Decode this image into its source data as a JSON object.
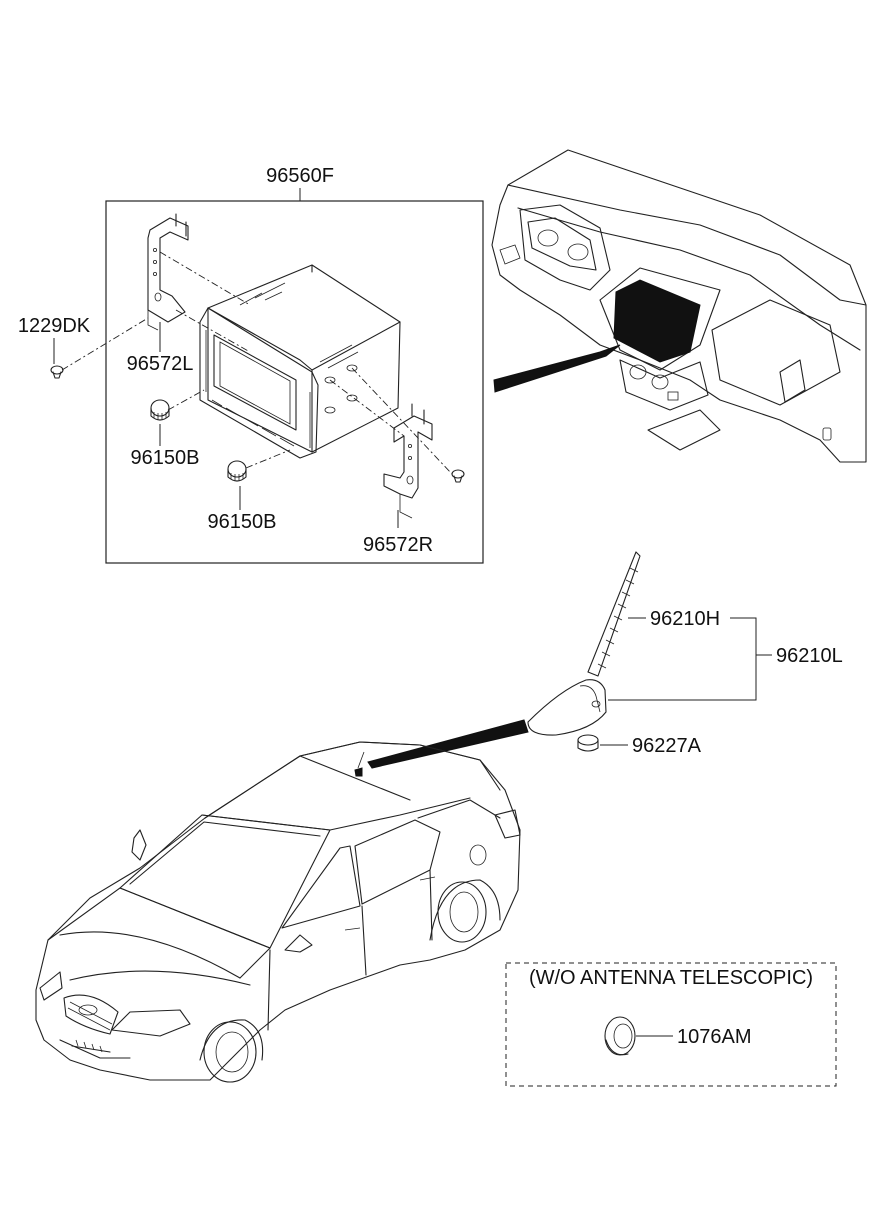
{
  "labels": {
    "audio_unit": "96560F",
    "screw": "1229DK",
    "bracket_left": "96572L",
    "knob_upper": "96150B",
    "knob_lower": "96150B",
    "bracket_right": "96572R",
    "antenna_pole": "96210H",
    "antenna_assembly": "96210L",
    "antenna_nut": "96227A",
    "variant_note": "(W/O ANTENNA TELESCOPIC)",
    "cap": "1076AM"
  }
}
